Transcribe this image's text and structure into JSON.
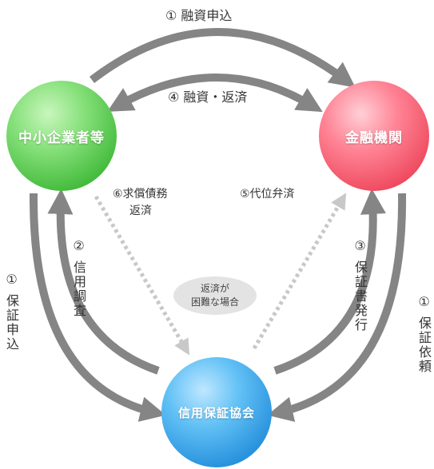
{
  "nodes": {
    "sme": "中小企業者等",
    "bank": "金融機関",
    "guarantee": "信用保証協会"
  },
  "labels": {
    "top_loan_application": "① 融資申込",
    "loan_repayment": "④ 融資・返済",
    "left_guarantee_application": "① 保証申込",
    "credit_investigation": "② 信用調査",
    "issue_guarantee": "③ 保証書発行",
    "right_guarantee_request": "① 保証依頼",
    "reimbursement_line1": "⑥求償債務",
    "reimbursement_line2": "返済",
    "subrogation": "⑤代位弁済"
  },
  "note": {
    "line1": "返済が",
    "line2": "困難な場合"
  },
  "colors": {
    "arrow": "#858585",
    "dotted_arrow": "#c8c8c8",
    "sme": "#47bd3f",
    "bank": "#f04d62",
    "guarantee": "#2a93de"
  }
}
